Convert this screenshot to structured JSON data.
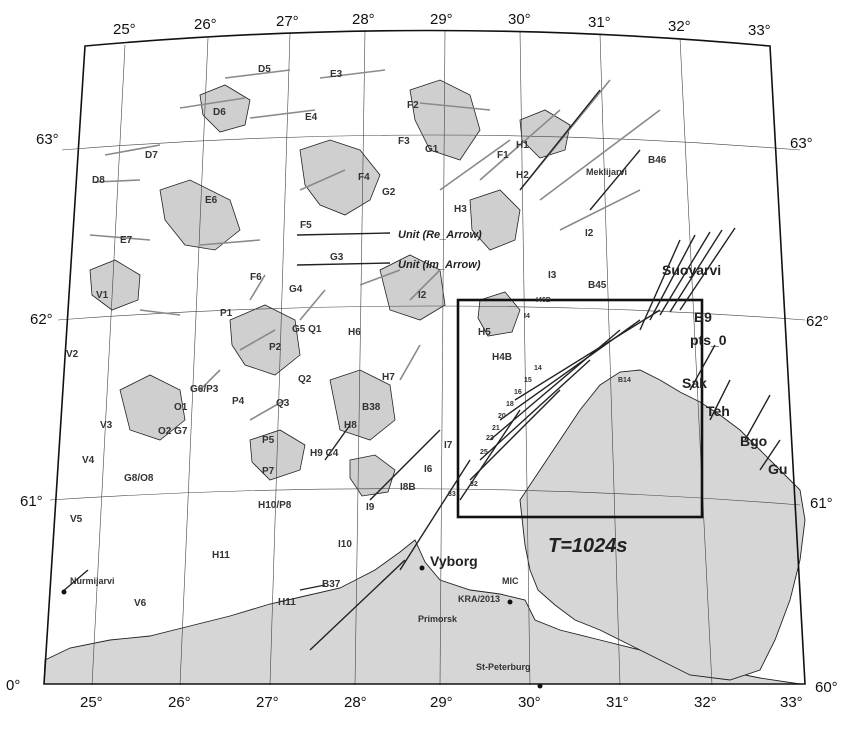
{
  "map": {
    "lon_ticks_top": [
      "25°",
      "26°",
      "27°",
      "28°",
      "29°",
      "30°",
      "31°",
      "32°",
      "33°"
    ],
    "lon_ticks_bottom": [
      "25°",
      "26°",
      "27°",
      "28°",
      "29°",
      "30°",
      "31°",
      "32°",
      "33°"
    ],
    "lat_ticks_left": [
      "63°",
      "62°",
      "61°",
      "0°"
    ],
    "lat_ticks_right": [
      "63°",
      "62°",
      "61°",
      "60°"
    ],
    "period_label": "T=1024s",
    "legend": {
      "re_label": "Unit (Re_Arrow)",
      "im_label": "Unit (Im_Arrow)"
    },
    "cities": {
      "vyborg": "Vyborg",
      "st_petersburg": "St-Peterburg",
      "primorsk": "Primorsk",
      "nurmijarvi": "Nurmijarvi",
      "kra": "KRA/2013",
      "mic": "MIC",
      "meklijarvi": "Meklijarvi",
      "suoyarvi": "Suoyarvi"
    },
    "sites": {
      "d5": "D5",
      "e3": "E3",
      "d6": "D6",
      "e4": "E4",
      "f2": "F2",
      "f3": "F3",
      "g1": "G1",
      "h1": "H1",
      "f1": "F1",
      "h2": "H2",
      "b46": "B46",
      "d7": "D7",
      "d8": "D8",
      "f4": "F4",
      "g2": "G2",
      "e6": "E6",
      "h3": "H3",
      "f5": "F5",
      "e7": "E7",
      "i2": "I2",
      "g3": "G3",
      "f6": "F6",
      "i3": "I3",
      "b45": "B45",
      "v1": "V1",
      "g4": "G4",
      "i2b": "I2",
      "p1": "P1",
      "i46b": "I46B",
      "h6": "H6",
      "h5": "H5",
      "v2": "V2",
      "p2": "P2",
      "g5q1": "G5 Q1",
      "i4": "I4",
      "h4b": "H4B",
      "q2": "Q2",
      "h7": "H7",
      "g6p3": "G6/P3",
      "p4": "P4",
      "o1": "O1",
      "b38": "B38",
      "q3": "Q3",
      "v3": "V3",
      "o2g7": "O2 G7",
      "p5": "P5",
      "h8": "H8",
      "h9c4": "H9 C4",
      "i7": "I7",
      "v4": "V4",
      "p7": "P7",
      "i6": "I6",
      "g8o8": "G8/O8",
      "h10p8": "H10/P8",
      "i8b": "I8B",
      "i9": "I9",
      "v5": "V5",
      "h11": "H11",
      "i10": "I10",
      "b37": "B37",
      "v6": "V6",
      "h11b": "H11",
      "b14": "B14",
      "b9": "B9",
      "pts0": "pts_0",
      "sak": "Sak",
      "teh": "Teh",
      "bgo": "Bgo",
      "gu": "Gu",
      "n33": "33",
      "n32": "32",
      "n25": "25",
      "n23": "23",
      "n21": "21",
      "n20": "20",
      "n18": "18",
      "n16": "16",
      "n15": "15",
      "n14": "14"
    }
  }
}
